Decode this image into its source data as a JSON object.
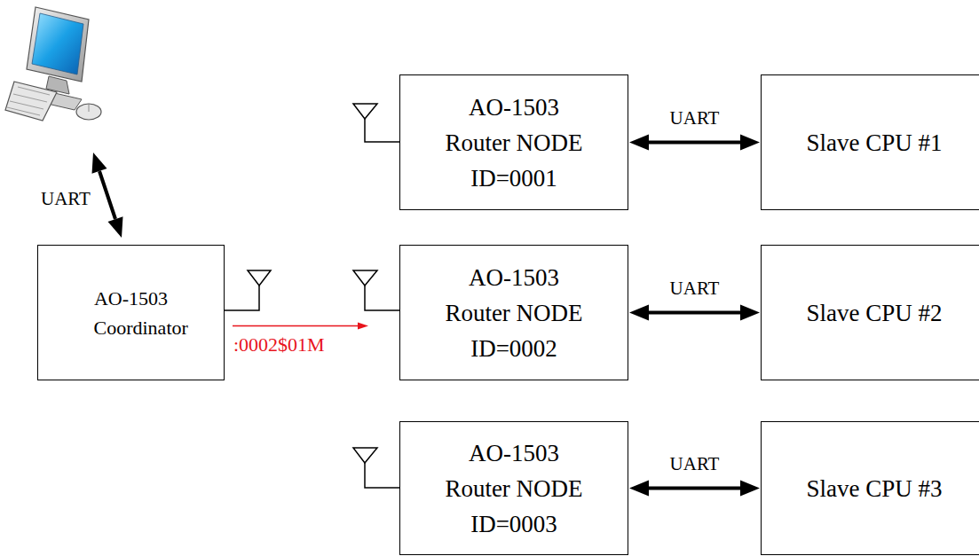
{
  "diagram": {
    "nodes": [
      {
        "text": [
          "AO-1503 Coordinator"
        ]
      },
      {
        "text": [
          "AO-1503 Router NODE ID=0001"
        ]
      },
      {
        "text": [
          "Slave CPU #1"
        ]
      },
      {
        "text": [
          "AO-1503 Router NODE ID=0002"
        ]
      },
      {
        "text": [
          "Slave CPU #2"
        ]
      },
      {
        "text": [
          "AO-1503 Router NODE ID=0003"
        ]
      },
      {
        "text": [
          "Slave CPU #3"
        ]
      }
    ],
    "edges": [
      {
        "from": 1,
        "to": 2,
        "arrow": "both",
        "label": "UART"
      },
      {
        "from": 0,
        "to": 3,
        "arrow": "to",
        "label": ":0002$01M"
      },
      {
        "from": 3,
        "to": 4,
        "arrow": "both",
        "label": "UART"
      },
      {
        "from": 5,
        "to": 6,
        "arrow": "both",
        "label": "UART"
      }
    ],
    "labels": [
      "UART"
    ]
  }
}
